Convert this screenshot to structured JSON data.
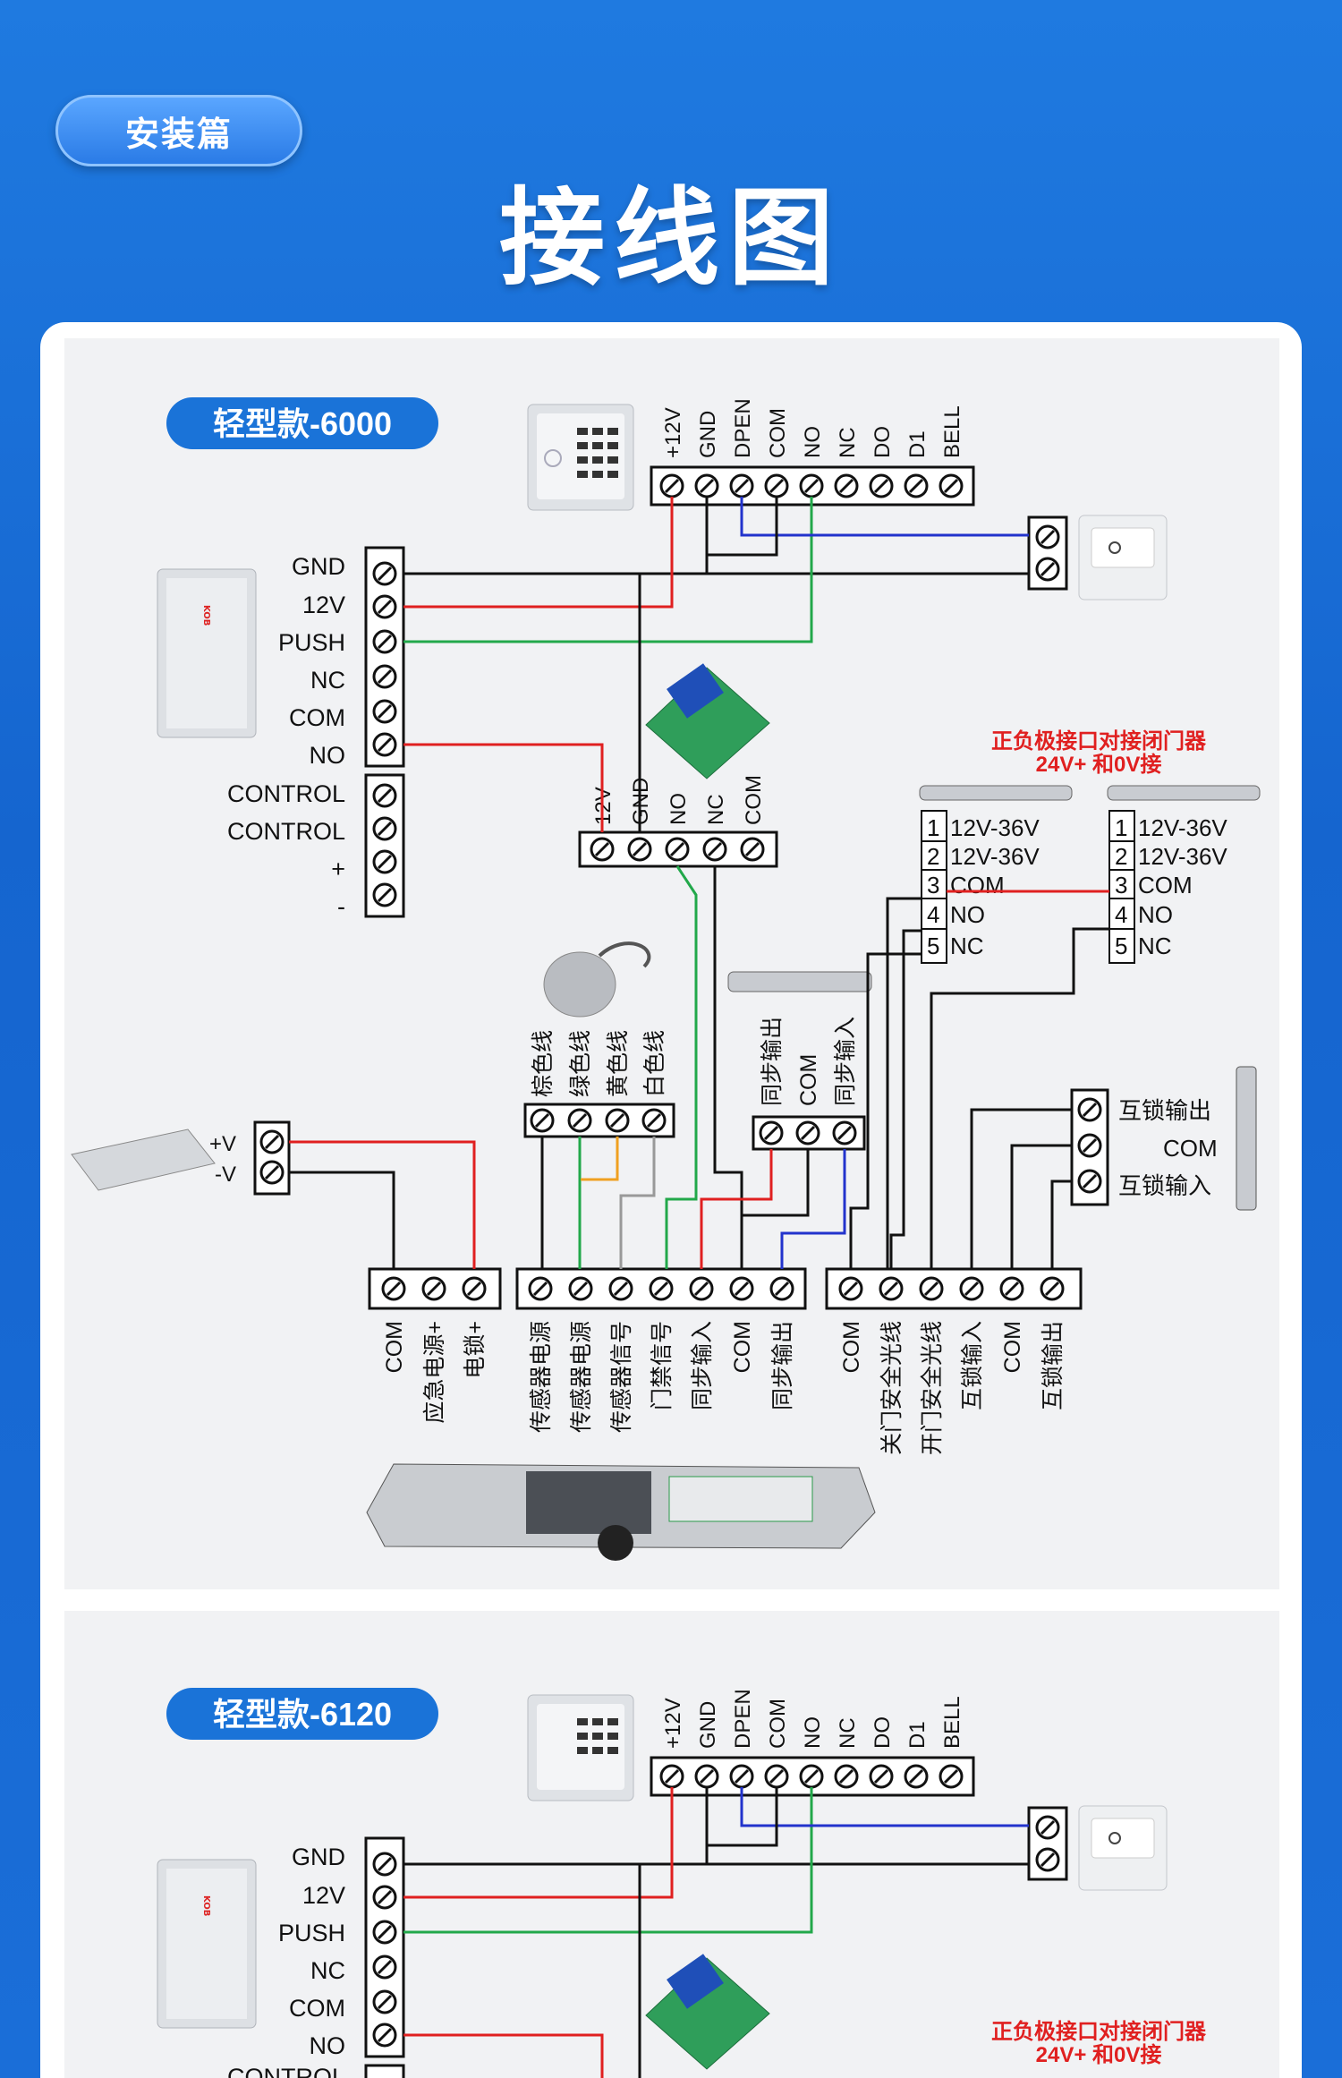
{
  "header": {
    "section_badge": "安装篇",
    "title": "接线图"
  },
  "colors": {
    "background": "#1b6fd6",
    "accent": "#1a73d8",
    "wire_red": "#e02020",
    "wire_green": "#22a84a",
    "wire_blue": "#2233cc",
    "wire_orange": "#f0a020",
    "wire_black": "#111111",
    "wire_gray": "#999999"
  },
  "diagram1": {
    "model": "轻型款-6000",
    "keypad_terminals": [
      "+12V",
      "GND",
      "DPEN",
      "COM",
      "NO",
      "NC",
      "DO",
      "D1",
      "BELL"
    ],
    "power_terminals": [
      "GND",
      "12V",
      "PUSH",
      "NC",
      "COM",
      "NO",
      "CONTROL",
      "CONTROL",
      "+",
      "-"
    ],
    "relay_terminals": [
      "12V",
      "GND",
      "NO",
      "NC",
      "COM"
    ],
    "note_line1": "正负极接口对接闭门器",
    "note_line2": "24V+ 和0V接",
    "sensor_left": [
      "1",
      "12V-36V",
      "2",
      "12V-36V",
      "3",
      "COM",
      "4",
      "NO",
      "5",
      "NC"
    ],
    "sensor_right": [
      "1",
      "12V-36V",
      "2",
      "12V-36V",
      "3",
      "COM",
      "4",
      "NO",
      "5",
      "NC"
    ],
    "sensor_wires": [
      "棕色线",
      "绿色线",
      "黄色线",
      "白色线"
    ],
    "sync_terminals": [
      "同步输出",
      "COM",
      "同步输入"
    ],
    "interlock_terminals": [
      "互锁输出",
      "COM",
      "互锁输入"
    ],
    "lock_labels": [
      "+V",
      "-V"
    ],
    "bottom_group1": [
      "COM",
      "应急电源+",
      "电锁+"
    ],
    "bottom_group2": [
      "传感器电源",
      "传感器电源",
      "传感器信号",
      "门禁信号",
      "同步输入",
      "COM",
      "同步输出"
    ],
    "bottom_group3": [
      "COM",
      "关门安全光线",
      "开门安全光线",
      "互锁输入",
      "COM",
      "互锁输出"
    ]
  },
  "diagram2": {
    "model": "轻型款-6120",
    "keypad_terminals": [
      "+12V",
      "GND",
      "DPEN",
      "COM",
      "NO",
      "NC",
      "DO",
      "D1",
      "BELL"
    ],
    "power_terminals": [
      "GND",
      "12V",
      "PUSH",
      "NC",
      "COM",
      "NO",
      "CONTROL"
    ],
    "note_line1": "正负极接口对接闭门器",
    "note_line2": "24V+ 和0V接"
  }
}
